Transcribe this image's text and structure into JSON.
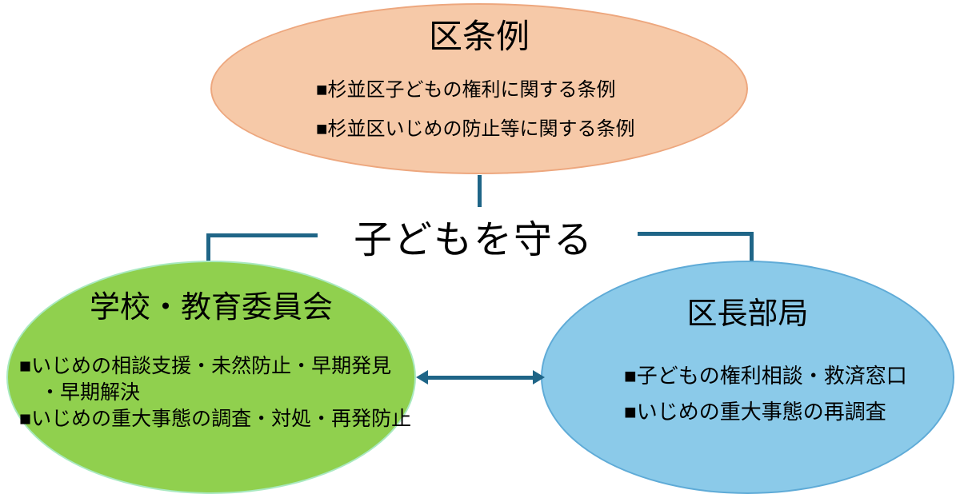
{
  "center_label": "子どもを守る",
  "top_ellipse": {
    "title": "区条例",
    "bullets": [
      "■杉並区子どもの権利に関する条例",
      "■杉並区いじめの防止等に関する条例"
    ]
  },
  "left_ellipse": {
    "title": "学校・教育委員会",
    "bullets": [
      "■いじめの相談支援・未然防止・早期発見",
      "・早期解決",
      "■いじめの重大事態の調査・対処・再発防止"
    ]
  },
  "right_ellipse": {
    "title": "区長部局",
    "bullets": [
      "■子どもの権利相談・救済窓口",
      "■いじめの重大事態の再調査"
    ]
  },
  "colors": {
    "connector": "#1F6587",
    "top_ellipse_fill": "#F6C9A8",
    "top_ellipse_border": "#EDA77E",
    "left_ellipse_fill": "#90D04E",
    "left_ellipse_border": "#A9E9C0",
    "right_ellipse_fill": "#8BCAE9",
    "right_ellipse_border": "#5FABD7",
    "text": "#000000"
  }
}
